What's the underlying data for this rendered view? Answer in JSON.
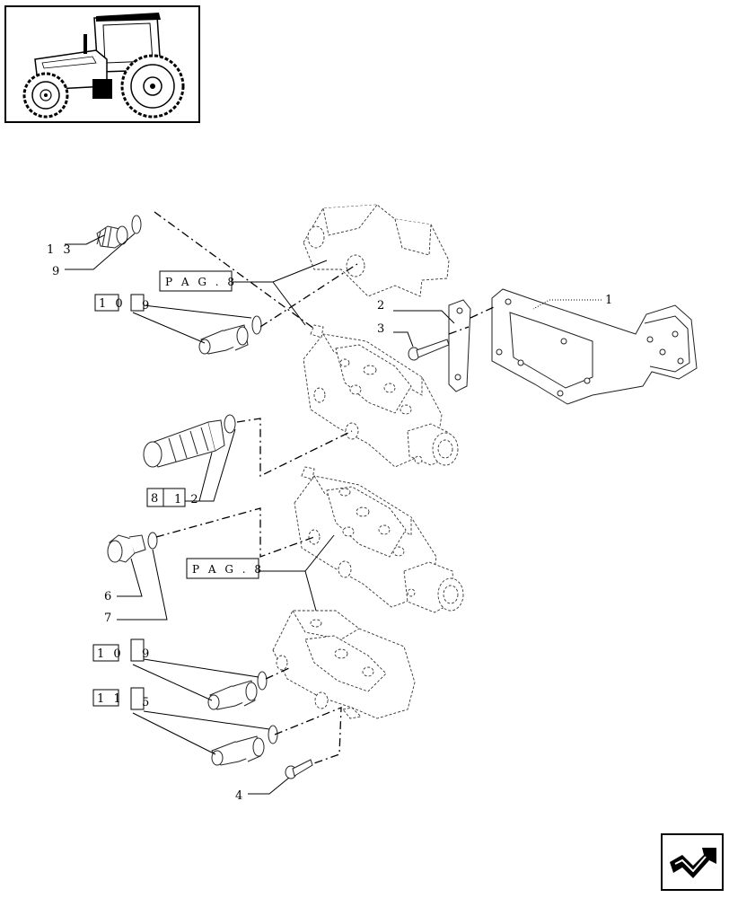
{
  "callouts": {
    "c1": "1",
    "c2": "2",
    "c3": "3",
    "c4": "4",
    "c5": "5",
    "c6": "6",
    "c7": "7",
    "c9a": "9",
    "c9b": "9",
    "c9c": "9",
    "c12": "1 2",
    "c13": "1 3"
  },
  "boxed_refs": {
    "b10a": "1 0",
    "b10b": "1 0",
    "b11": "1 1",
    "b8": "8"
  },
  "page_refs": {
    "pag1": "P A G . 8",
    "pag2": "P A G . 8"
  },
  "icons": {
    "thumbnail": "tractor-thumbnail-icon",
    "nav": "next-page-arrow-icon"
  }
}
